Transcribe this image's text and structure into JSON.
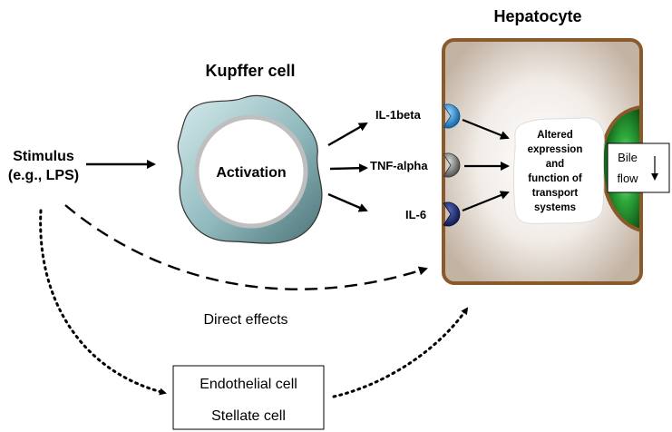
{
  "titles": {
    "hepatocyte": "Hepatocyte",
    "kupffer": "Kupffer cell"
  },
  "stimulus": {
    "line1": "Stimulus",
    "line2": "(e.g., LPS)"
  },
  "kupffer_label": "Activation",
  "cytokines": {
    "il1": "IL-1beta",
    "tnf": "TNF-alpha",
    "il6": "IL-6"
  },
  "altered": {
    "line1": "Altered",
    "line2": "expression",
    "line3": "and",
    "line4": "function of",
    "line5": "transport",
    "line6": "systems"
  },
  "bile": {
    "line1": "Bile",
    "line2": "flow"
  },
  "direct_effects": "Direct effects",
  "other_cells": {
    "endothelial": "Endothelial cell",
    "stellate": "Stellate cell"
  },
  "colors": {
    "hepatocyte_border": "#8b5a2b",
    "hepatocyte_fill": "#c8b8a8",
    "kupffer_fill": "#9fc4c8",
    "il1_receptor": "#1f7fc0",
    "tnf_receptor": "#666666",
    "il6_receptor": "#1a2566",
    "bile_canaliculus": "#1f8a2a"
  }
}
